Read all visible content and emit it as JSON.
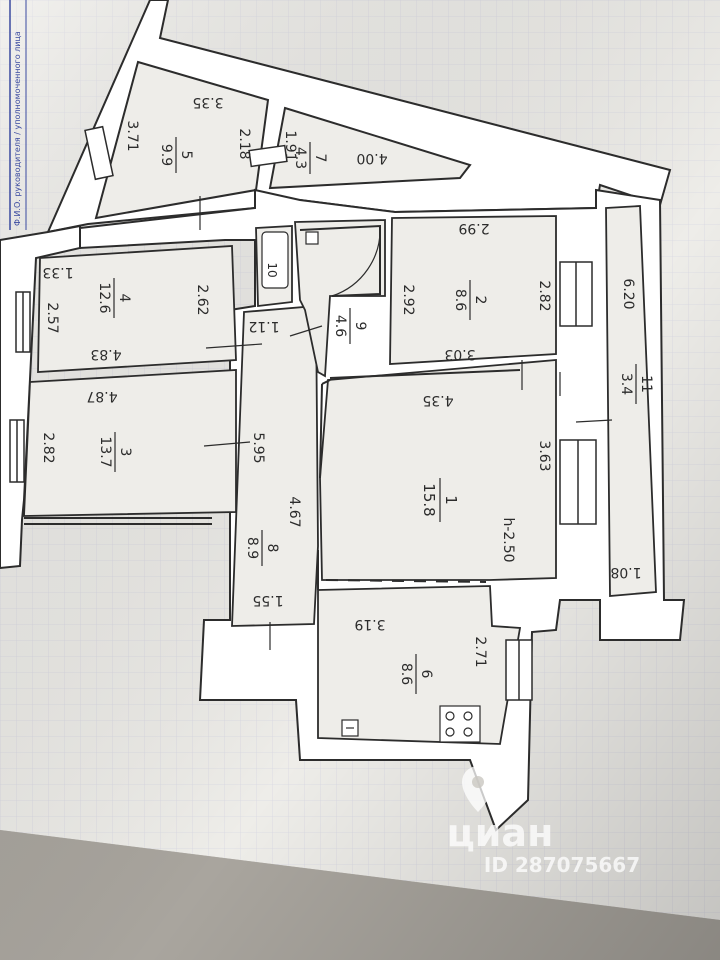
{
  "header_stamp": "Ф.И.О. руководителя / уполномоченного лица",
  "rooms": [
    {
      "number": "1",
      "area": "15.8",
      "height": "h-2.50",
      "dims": [
        "4.35",
        "3.63"
      ]
    },
    {
      "number": "2",
      "area": "8.6",
      "dims": [
        "2.99",
        "2.92",
        "2.82",
        "3.03"
      ]
    },
    {
      "number": "3",
      "area": "13.7",
      "dims": [
        "4.87",
        "2.82"
      ]
    },
    {
      "number": "4",
      "area": "12.6",
      "dims": [
        "1.33",
        "2.57",
        "2.62",
        "4.83"
      ]
    },
    {
      "number": "5",
      "area": "9.9",
      "dims": [
        "3.35",
        "3.71",
        "2.18"
      ]
    },
    {
      "number": "6",
      "area": "8.6",
      "dims": [
        "3.19",
        "2.71"
      ]
    },
    {
      "number": "7",
      "area": "4.3",
      "dims": [
        "1.91",
        "4.00"
      ]
    },
    {
      "number": "8",
      "area": "8.9",
      "dims": [
        "5.95",
        "4.67",
        "1.55"
      ]
    },
    {
      "number": "9",
      "area": "4.6",
      "dims": [
        "1.12"
      ]
    },
    {
      "number": "10",
      "area": ""
    },
    {
      "number": "11",
      "area": "3.4",
      "dims": [
        "6.20",
        "1.08"
      ]
    }
  ],
  "watermark": {
    "brand": "циан",
    "id": "ID 287075667"
  },
  "colors": {
    "paper": "#eeede9",
    "ink": "#2c2c2c",
    "grid": "#d8d8e2",
    "wall_fill": "#ffffff"
  }
}
